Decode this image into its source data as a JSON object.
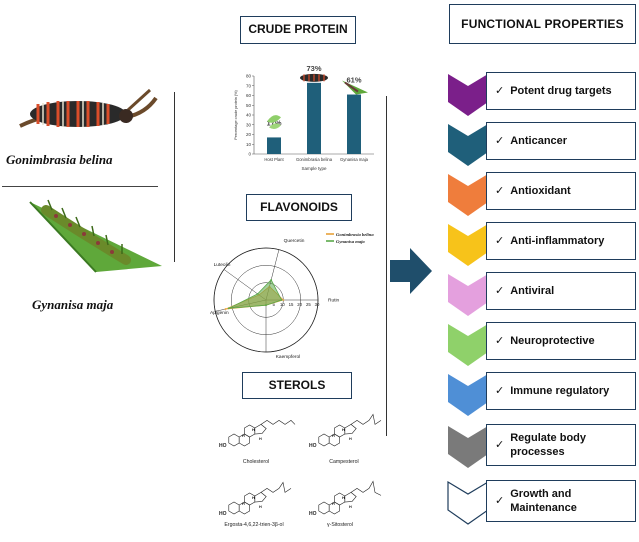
{
  "species": {
    "first": "Gonimbrasia belina",
    "second": "Gynanisa maja"
  },
  "crude_protein": {
    "title": "CRUDE PROTEIN",
    "chart_data": {
      "type": "bar",
      "categories": [
        "Host Plant",
        "Gonimbrasia belina",
        "Gynanisa maja"
      ],
      "values": [
        17,
        73,
        61
      ],
      "value_labels": [
        "17%",
        "73%",
        "61%"
      ],
      "ylabel": "Percentage crude protein (%)",
      "xlabel": "Sample type",
      "ylim": [
        0,
        80
      ],
      "yticks": [
        0,
        10,
        20,
        30,
        40,
        50,
        60,
        70,
        80
      ],
      "bar_color": "#1f5f7a"
    }
  },
  "flavonoids": {
    "title": "FLAVONOIDS",
    "chart_data": {
      "type": "radar",
      "axes": [
        "Quercetin",
        "Rutin",
        "Kaempferol",
        "Apigenin",
        "Luteolin"
      ],
      "rlim": [
        0,
        30
      ],
      "rticks": [
        0,
        5,
        10,
        15,
        20,
        25,
        30
      ],
      "series": [
        {
          "name": "Gonimbrasia belina",
          "values": [
            8,
            10,
            3,
            24,
            5
          ],
          "color": "#e8a13a"
        },
        {
          "name": "Gynanisa maja",
          "values": [
            12,
            9,
            3,
            22,
            6
          ],
          "color": "#5aa84a"
        }
      ]
    }
  },
  "sterols": {
    "title": "STEROLS",
    "compounds": [
      "Cholesterol",
      "Campesterol",
      "Ergosta-4,6,22-trien-3β-ol",
      "γ-Sitosterol"
    ],
    "atom_labels": [
      "HO",
      "H",
      "H",
      "H"
    ]
  },
  "functional_properties": {
    "title": "FUNCTIONAL PROPERTIES",
    "items": [
      {
        "label": "Potent drug targets",
        "color": "#7b1f8a"
      },
      {
        "label": "Anticancer",
        "color": "#1f5f7a"
      },
      {
        "label": "Antioxidant",
        "color": "#ef7d3c"
      },
      {
        "label": "Anti-inflammatory",
        "color": "#f7c31a"
      },
      {
        "label": "Antiviral",
        "color": "#e4a0de"
      },
      {
        "label": "Neuroprotective",
        "color": "#8fd16a"
      },
      {
        "label": "Immune regulatory",
        "color": "#4f8fd6"
      },
      {
        "label": "Regulate body processes",
        "color": "#7a7a7a"
      },
      {
        "label": "Growth and Maintenance",
        "color": "#ffffff"
      }
    ],
    "check_mark": "✓"
  }
}
